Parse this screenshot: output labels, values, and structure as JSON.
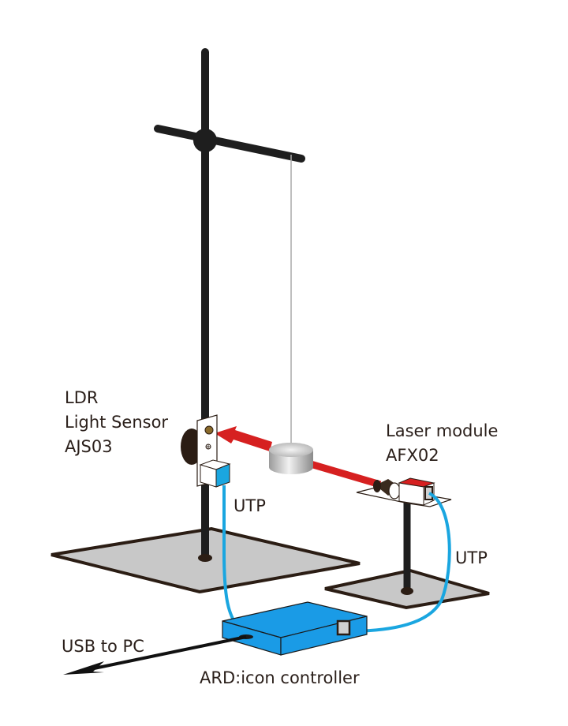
{
  "diagram": {
    "title": "Laser pendulum experiment setup",
    "labels": {
      "ldr_line1": "LDR",
      "ldr_line2": "Light Sensor",
      "ldr_line3": "AJS03",
      "laser_line1": "Laser module",
      "laser_line2": "AFX02",
      "utp_left": "UTP",
      "utp_right": "UTP",
      "usb": "USB to PC",
      "controller": "ARD:icon controller"
    },
    "colors": {
      "stand": "#1e1e1e",
      "base_fill": "#c8c8c8",
      "base_stroke": "#2b1d14",
      "cable": "#1aa6e0",
      "controller": "#1a9be6",
      "laser_beam": "#d62020",
      "weight": "#bdbdbd"
    }
  }
}
